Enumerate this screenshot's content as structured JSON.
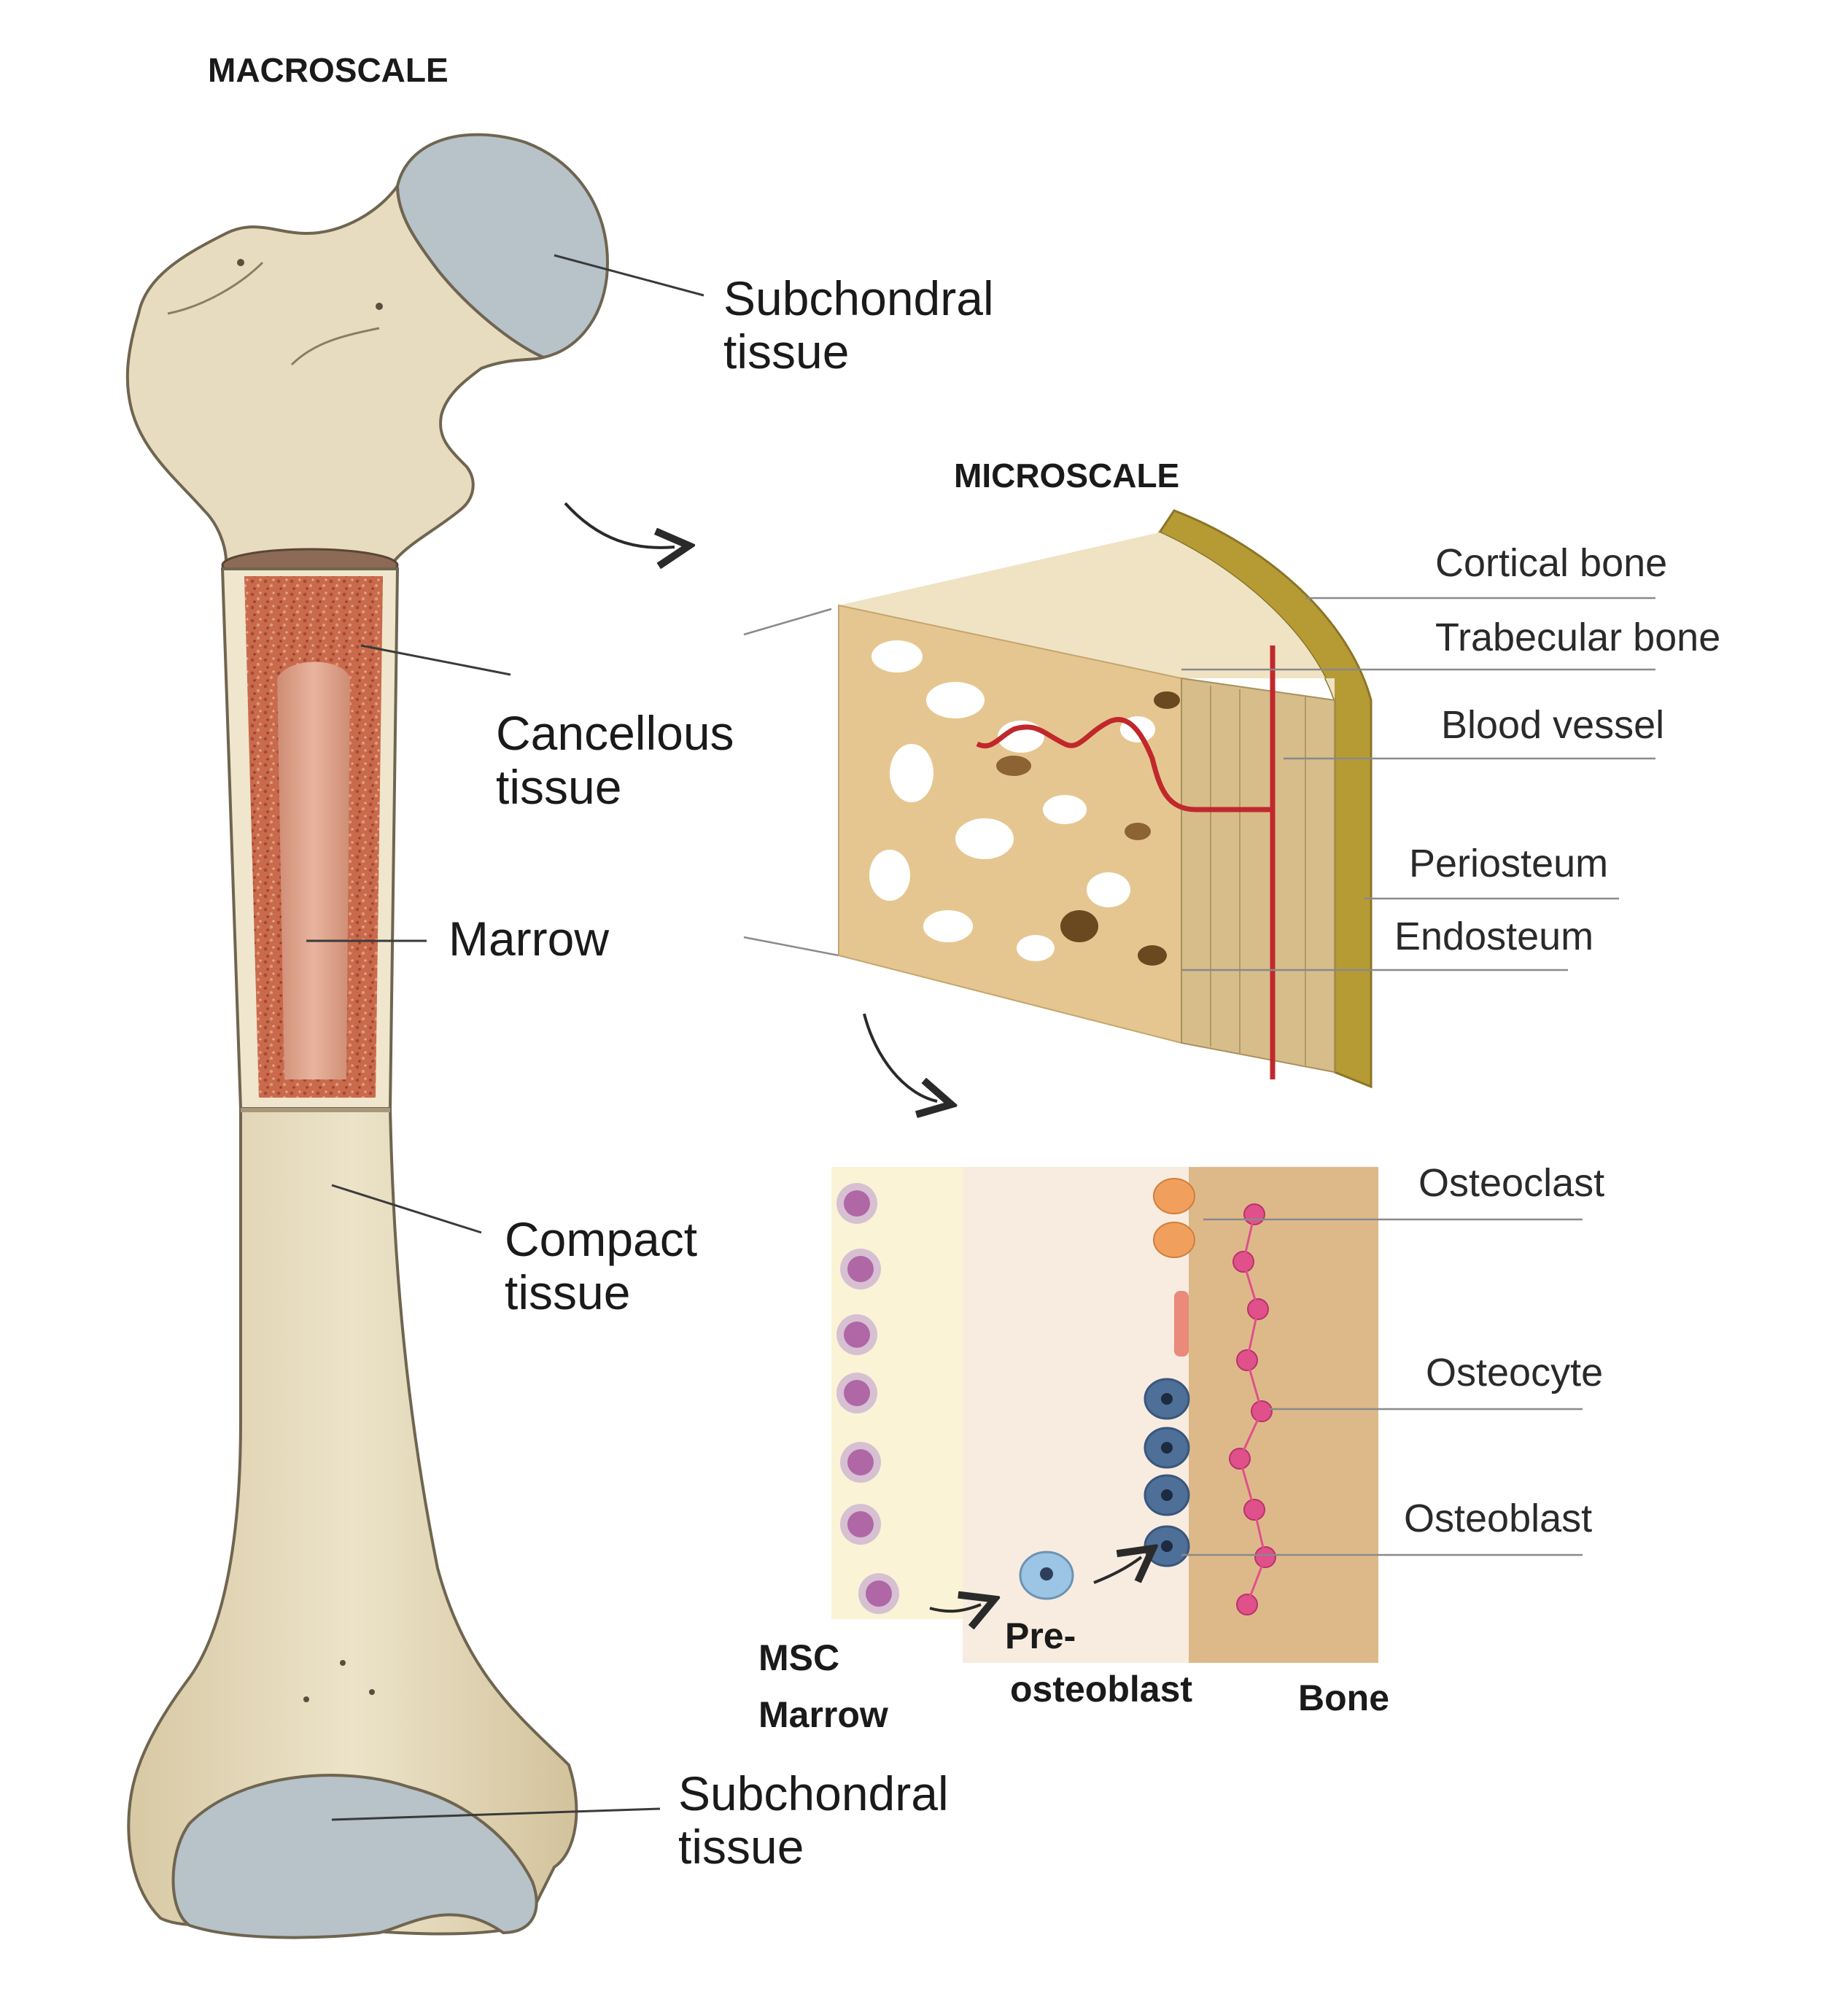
{
  "headings": {
    "macro": "MACROSCALE",
    "micro": "MICROSCALE"
  },
  "macro_labels": {
    "subchondral_top_1": "Subchondral",
    "subchondral_top_2": "tissue",
    "cancellous_1": "Cancellous",
    "cancellous_2": "tissue",
    "marrow": "Marrow",
    "compact_1": "Compact",
    "compact_2": "tissue",
    "subchondral_bottom_1": "Subchondral",
    "subchondral_bottom_2": "tissue"
  },
  "micro_labels": {
    "cortical": "Cortical bone",
    "trabecular": "Trabecular bone",
    "vessel": "Blood vessel",
    "periosteum": "Periosteum",
    "endosteum": "Endosteum"
  },
  "cell_labels": {
    "osteoclast": "Osteoclast",
    "osteocyte": "Osteocyte",
    "osteoblast": "Osteoblast",
    "msc_1": "MSC",
    "msc_2": "Marrow",
    "pre_1": "Pre-",
    "pre_2": "osteoblast",
    "bone": "Bone"
  },
  "colors": {
    "bone": "#e7dcc0",
    "bone_shadow": "#c9b892",
    "bone_outline": "#6f6550",
    "cartilage": "#b7c2c9",
    "marrow": "#d9a48e",
    "cancellous": "#c7684c",
    "cortical_band": "#b69b35",
    "trabecular": "#e6c690",
    "vessel": "#c0282c",
    "msc": "#b067a6",
    "preosteoblast": "#9cc4e4",
    "osteoblast": "#4e6f98",
    "osteoclast": "#f0a05c",
    "osteocyte": "#e0508a",
    "bone_matrix": "#ddb98a"
  }
}
